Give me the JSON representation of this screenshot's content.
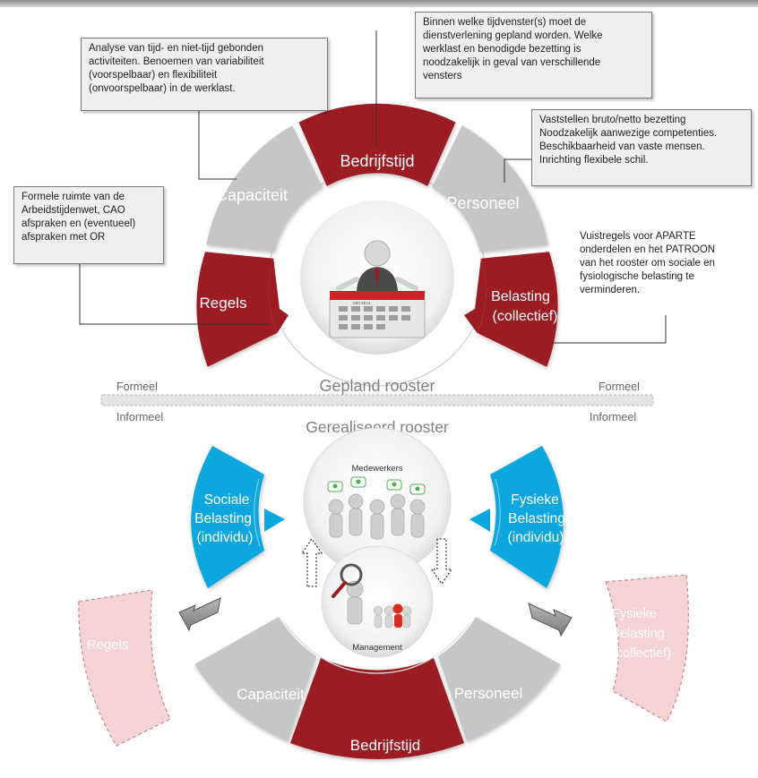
{
  "notes": {
    "capaciteit": "Analyse van tijd- en niet-tijd gebonden\nactiviteiten. Benoemen van variabiliteit\n(voorspelbaar) en flexibiliteit\n(onvoorspelbaar) in de werklast.",
    "bedrijfstijd": "Binnen welke tijdvenster(s) moet de\ndienstverlening gepland worden. Welke\nwerklast en benodigde bezetting is\nnoodzakelijk in geval van verschillende\nvensters",
    "personeel": "Vaststellen bruto/netto bezetting\nNoodzakelijk aanwezige competenties.\nBeschikbaarheid van vaste mensen.\nInrichting flexibele schil.",
    "regels": "Formele ruimte van de\nArbeidstijdenwet, CAO\nafspraken en (eventueel)\nafspraken met OR",
    "belasting": "Vuistregels voor APARTE\nonderdelen en het PATROON\nvan het rooster om sociale en\nfysiologische belasting te\nverminderen."
  },
  "top_wheel": {
    "bedrijfstijd": "Bedrijfstijd",
    "capaciteit": "Capaciteit",
    "personeel": "Personeel",
    "regels": "Regels",
    "belasting_1": "Belasting",
    "belasting_2": "(collectief)",
    "calendar_label": "MEI 2014",
    "caption": "Gepland rooster"
  },
  "divider": {
    "formeel_left": "Formeel",
    "formeel_right": "Formeel",
    "informeel_left": "Informeel",
    "informeel_right": "Informeel"
  },
  "bottom_wheel": {
    "caption": "Gerealiseerd rooster",
    "sociale_1": "Sociale",
    "sociale_2": "Belasting",
    "sociale_3": "(individu)",
    "fysieke_1": "Fysieke",
    "fysieke_2": "Belasting",
    "fysieke_3": "(individu)",
    "medewerkers": "Medewerkers",
    "management": "Management",
    "capaciteit": "Capaciteit",
    "bedrijfstijd": "Bedrijfstijd",
    "personeel": "Personeel"
  },
  "ghosts": {
    "regels": "Regels",
    "fysieke_1": "Fysieke",
    "fysieke_2": "Belasting",
    "fysieke_3": "(collectief)"
  },
  "colors": {
    "dark_red": "#9b1c22",
    "gray_segment": "#c6c6c6",
    "blue_segment": "#0aa7e0",
    "ghost_pink": "#f6d3d3",
    "white_text": "#ffffff"
  }
}
